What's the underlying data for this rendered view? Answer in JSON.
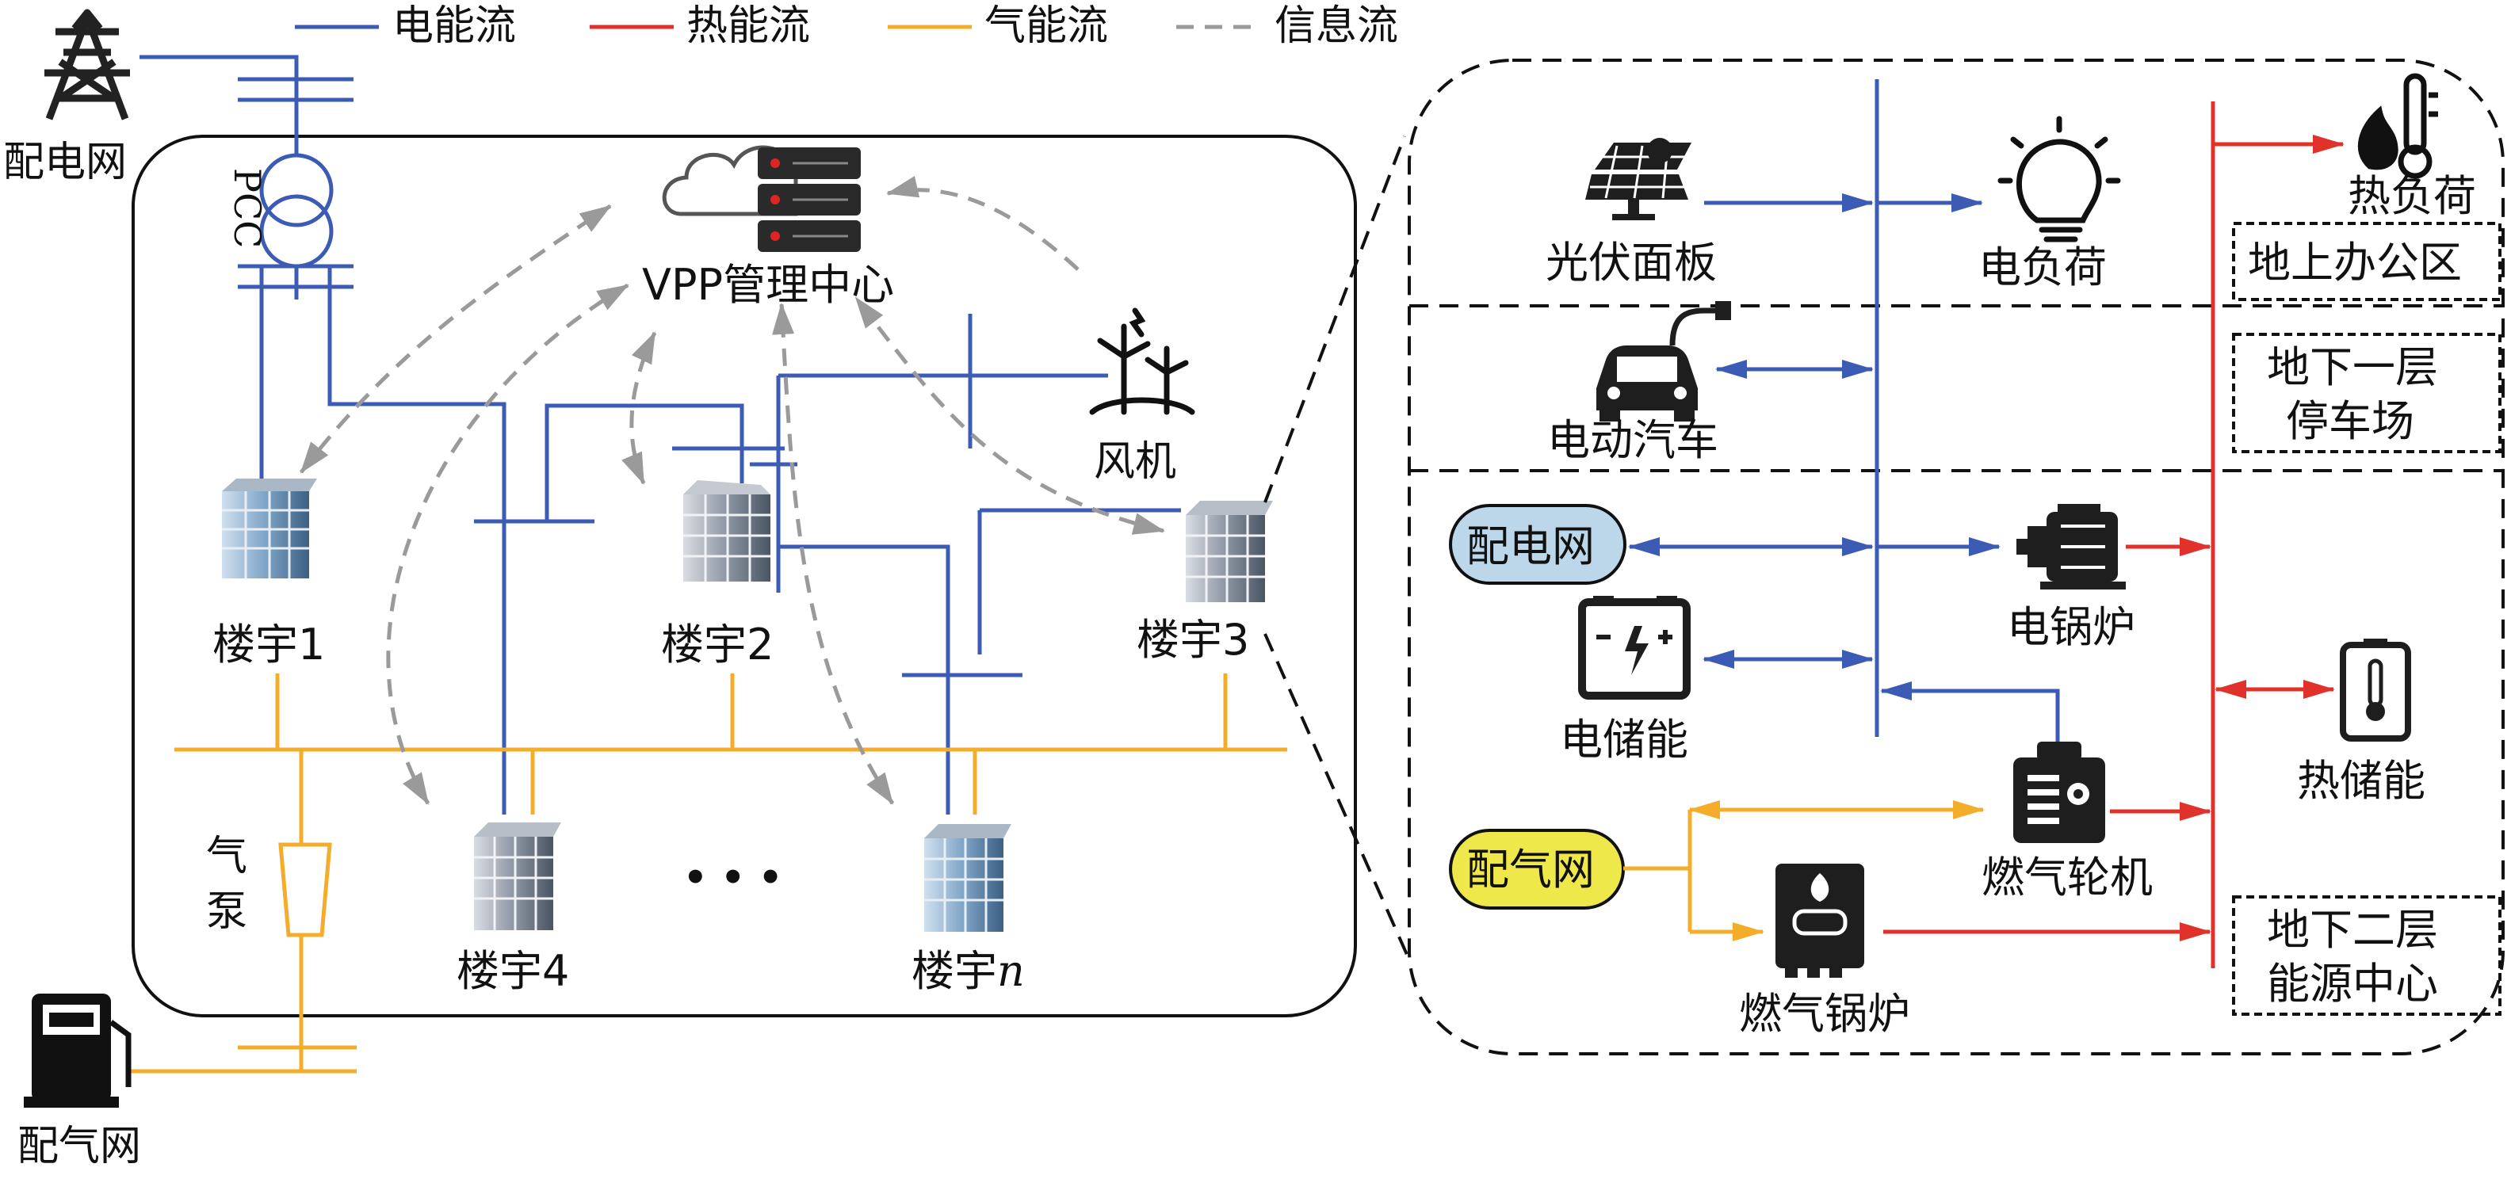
{
  "legend": {
    "electric_flow": "电能流",
    "heat_flow": "热能流",
    "gas_flow": "气能流",
    "info_flow": "信息流"
  },
  "left": {
    "grid_label": "配电网",
    "pcc_label": "PCC",
    "vpp_label": "VPP管理中心",
    "wind_label": "风机",
    "building1": "楼宇1",
    "building2": "楼宇2",
    "building3": "楼宇3",
    "building4": "楼宇4",
    "building_n_prefix": "楼宇",
    "building_n_var": "n",
    "ellipsis": "• • •",
    "pump_label_1": "气",
    "pump_label_2": "泵",
    "gas_grid_label": "配气网"
  },
  "right": {
    "pv_label": "光伏面板",
    "elec_load_label": "电负荷",
    "heat_load_label": "热负荷",
    "zone_office": "地上办公区",
    "ev_label": "电动汽车",
    "zone_parking_1": "地下一层",
    "zone_parking_2": "停车场",
    "grid_pill": "配电网",
    "elec_boiler_label": "电锅炉",
    "battery_label": "电储能",
    "heat_storage_label": "热储能",
    "gas_pill": "配气网",
    "gas_turbine_label": "燃气轮机",
    "gas_boiler_label": "燃气锅炉",
    "zone_energy_1": "地下二层",
    "zone_energy_2": "能源中心"
  },
  "colors": {
    "electric": "#3b5bb5",
    "heat": "#e0312a",
    "gas": "#f3ad2b",
    "info": "#9a9a9a",
    "grid_pill_fill": "#bcd6ea",
    "gas_pill_fill": "#efe84a"
  }
}
